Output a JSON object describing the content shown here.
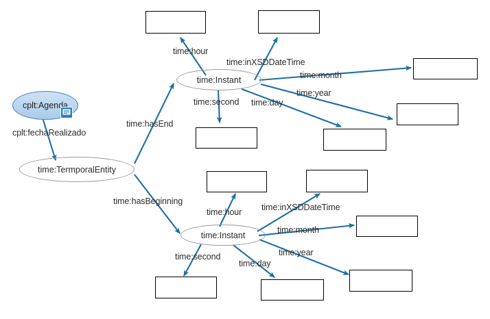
{
  "diagram": {
    "title": "Temporal entity ontology graph",
    "colors": {
      "edge": "#1C6EA4",
      "box_border": "#000000",
      "ellipse_border": "#9a9a9a",
      "highlight_fill": "#bcd8f0",
      "highlight_border": "#4a7fb5",
      "label_text": "#2b2b2b",
      "comment_icon": "#2f7fc1"
    },
    "nodes": [
      {
        "id": "agenda",
        "label": "cplt:Agenda",
        "type": "class-highlight"
      },
      {
        "id": "temporal_entity",
        "label": "time:TermporalEntity",
        "type": "class"
      },
      {
        "id": "instant_end",
        "label": "time:Instant",
        "type": "class"
      },
      {
        "id": "instant_begin",
        "label": "time:Instant",
        "type": "class"
      }
    ],
    "literal_boxes": [
      {
        "id": "box-end-hour",
        "label": ""
      },
      {
        "id": "box-end-xsd",
        "label": ""
      },
      {
        "id": "box-end-month",
        "label": ""
      },
      {
        "id": "box-end-year",
        "label": ""
      },
      {
        "id": "box-end-second",
        "label": ""
      },
      {
        "id": "box-end-day",
        "label": ""
      },
      {
        "id": "box-begin-hour",
        "label": ""
      },
      {
        "id": "box-begin-xsd",
        "label": ""
      },
      {
        "id": "box-begin-month",
        "label": ""
      },
      {
        "id": "box-begin-year",
        "label": ""
      },
      {
        "id": "box-begin-second",
        "label": ""
      },
      {
        "id": "box-begin-day",
        "label": ""
      }
    ],
    "edges": [
      {
        "id": "e-fecha",
        "label": "cplt:fechaRealizado",
        "from": "agenda",
        "to": "temporal_entity"
      },
      {
        "id": "e-hasend",
        "label": "time:hasEnd",
        "from": "temporal_entity",
        "to": "instant_end"
      },
      {
        "id": "e-hasbeginning",
        "label": "time:hasBeginning",
        "from": "temporal_entity",
        "to": "instant_begin"
      },
      {
        "id": "e-end-hour",
        "label": "time:hour",
        "from": "instant_end",
        "to": "box-end-hour"
      },
      {
        "id": "e-end-xsd",
        "label": "time:inXSDDateTime",
        "from": "instant_end",
        "to": "box-end-xsd"
      },
      {
        "id": "e-end-month",
        "label": "time:month",
        "from": "instant_end",
        "to": "box-end-month"
      },
      {
        "id": "e-end-year",
        "label": "time:year",
        "from": "instant_end",
        "to": "box-end-year"
      },
      {
        "id": "e-end-second",
        "label": "time:second",
        "from": "instant_end",
        "to": "box-end-second"
      },
      {
        "id": "e-end-day",
        "label": "time:day",
        "from": "instant_end",
        "to": "box-end-day"
      },
      {
        "id": "e-begin-hour",
        "label": "time:hour",
        "from": "instant_begin",
        "to": "box-begin-hour"
      },
      {
        "id": "e-begin-xsd",
        "label": "time:inXSDDateTime",
        "from": "instant_begin",
        "to": "box-begin-xsd"
      },
      {
        "id": "e-begin-month",
        "label": "time:month",
        "from": "instant_begin",
        "to": "box-begin-month"
      },
      {
        "id": "e-begin-year",
        "label": "time:year",
        "from": "instant_begin",
        "to": "box-begin-year"
      },
      {
        "id": "e-begin-second",
        "label": "time:second",
        "from": "instant_begin",
        "to": "box-begin-second"
      },
      {
        "id": "e-begin-day",
        "label": "time:day",
        "from": "instant_begin",
        "to": "box-begin-day"
      }
    ],
    "annotations": [
      {
        "id": "agenda-comment",
        "icon": "comment-icon"
      }
    ]
  }
}
